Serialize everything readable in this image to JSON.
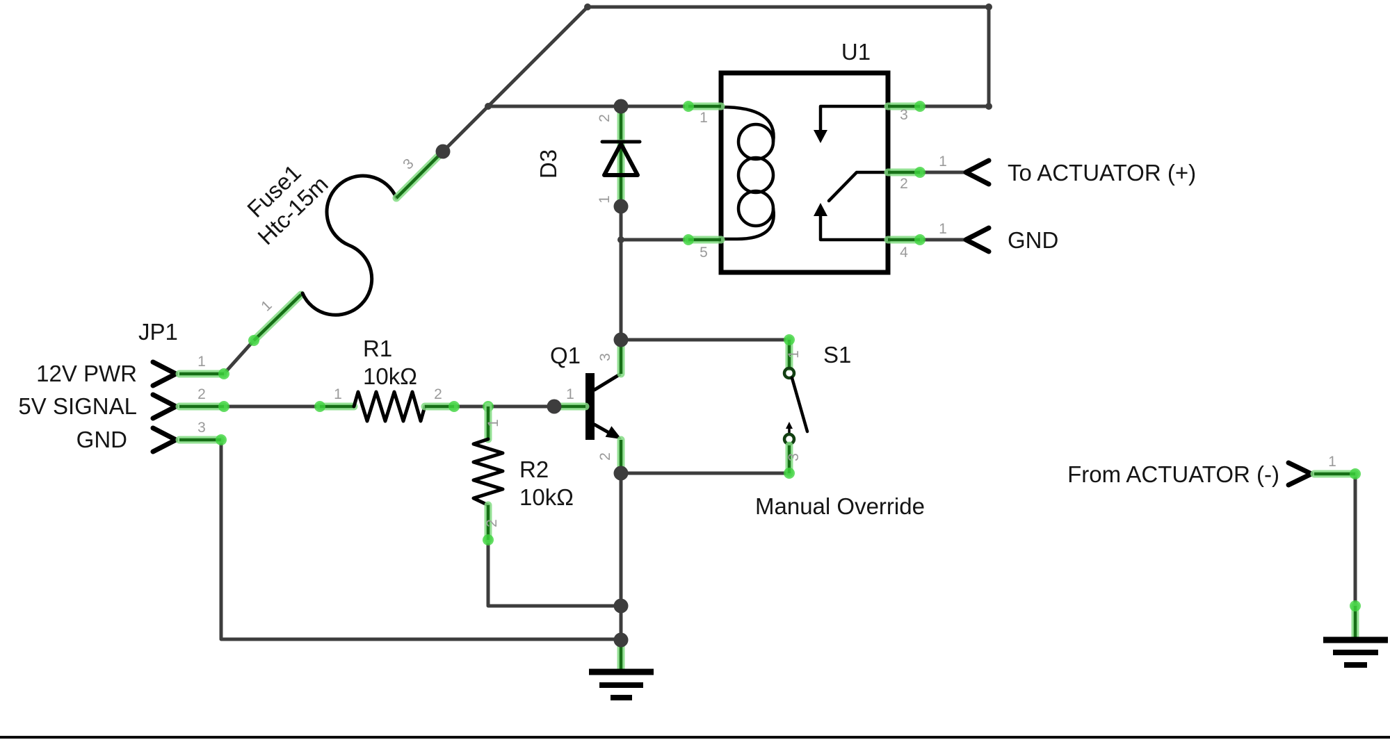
{
  "colors": {
    "net_wire": "#3d3d3d",
    "component_black": "#000000",
    "leg_green": "#166f16",
    "leg_glow_green": "#83dc83",
    "endpoint_green": "#3fd43f",
    "pin_number_gray": "#9a9a9a",
    "label_black": "#151515",
    "background": "#ffffff"
  },
  "schematic": {
    "jp1": {
      "name": "JP1",
      "pin1": "1",
      "pin1_label": "12V PWR",
      "pin2": "2",
      "pin2_label": "5V SIGNAL",
      "pin3": "3",
      "pin3_label": "GND"
    },
    "fuse": {
      "name": "Fuse1",
      "value": "Htc-15m",
      "pin1": "1",
      "pin3": "3"
    },
    "r1": {
      "name": "R1",
      "value": "10kΩ",
      "pin1": "1",
      "pin2": "2"
    },
    "r2": {
      "name": "R2",
      "value": "10kΩ",
      "pin1": "1",
      "pin2": "2"
    },
    "d3": {
      "name": "D3",
      "pin1": "1",
      "pin2": "2"
    },
    "q1": {
      "name": "Q1",
      "pin1": "1",
      "pin2": "2",
      "pin3": "3"
    },
    "u1": {
      "name": "U1",
      "pin1": "1",
      "pin2": "2",
      "pin3": "3",
      "pin4": "4",
      "pin5": "5"
    },
    "s1": {
      "name": "S1",
      "caption": "Manual Override",
      "pin1": "1",
      "pin3": "3"
    },
    "port_actuator_pos": {
      "label": "To ACTUATOR (+)",
      "pin": "1"
    },
    "port_gnd_right": {
      "label": "GND",
      "pin": "1"
    },
    "port_actuator_neg": {
      "label": "From ACTUATOR (-)",
      "pin": "1"
    }
  }
}
